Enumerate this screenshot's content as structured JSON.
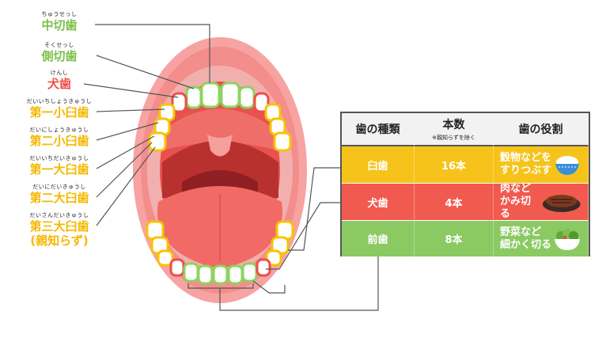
{
  "labels": [
    {
      "ruby": "ちゅうせっし",
      "name": "中切歯"
    },
    {
      "ruby": "そくせっし",
      "name": "側切歯"
    },
    {
      "ruby": "けんし",
      "name": "犬歯"
    },
    {
      "ruby": "だいいちしょうきゅうし",
      "name": "第一小臼歯"
    },
    {
      "ruby": "だいにしょうきゅうし",
      "name": "第二小臼歯"
    },
    {
      "ruby": "だいいちだいきゅうし",
      "name": "第一大臼歯"
    },
    {
      "ruby": "だいにだいきゅうし",
      "name": "第二大臼歯"
    },
    {
      "ruby": "だいさんだいきゅうし",
      "name": "第三大臼歯",
      "note": "(親知らず)"
    }
  ],
  "table": {
    "headers": {
      "type": "歯の種類",
      "count": "本数",
      "count_note": "※親知らずを除く",
      "role": "歯の役割"
    },
    "rows": [
      {
        "type": "臼歯",
        "count": "16本",
        "role_line1": "穀物などを",
        "role_line2": "すりつぶす",
        "icon": "rice-bowl-icon"
      },
      {
        "type": "犬歯",
        "count": "4本",
        "role_line1": "肉など",
        "role_line2": "かみ切る",
        "icon": "steak-icon"
      },
      {
        "type": "前歯",
        "count": "8本",
        "role_line1": "野菜など",
        "role_line2": "細かく切る",
        "icon": "salad-icon"
      }
    ]
  },
  "colors": {
    "incisor": "#7cc04a",
    "canine": "#ef4d48",
    "molar": "#f5b800",
    "lip": "#f7a5a4",
    "mouth": "#e24a46"
  }
}
